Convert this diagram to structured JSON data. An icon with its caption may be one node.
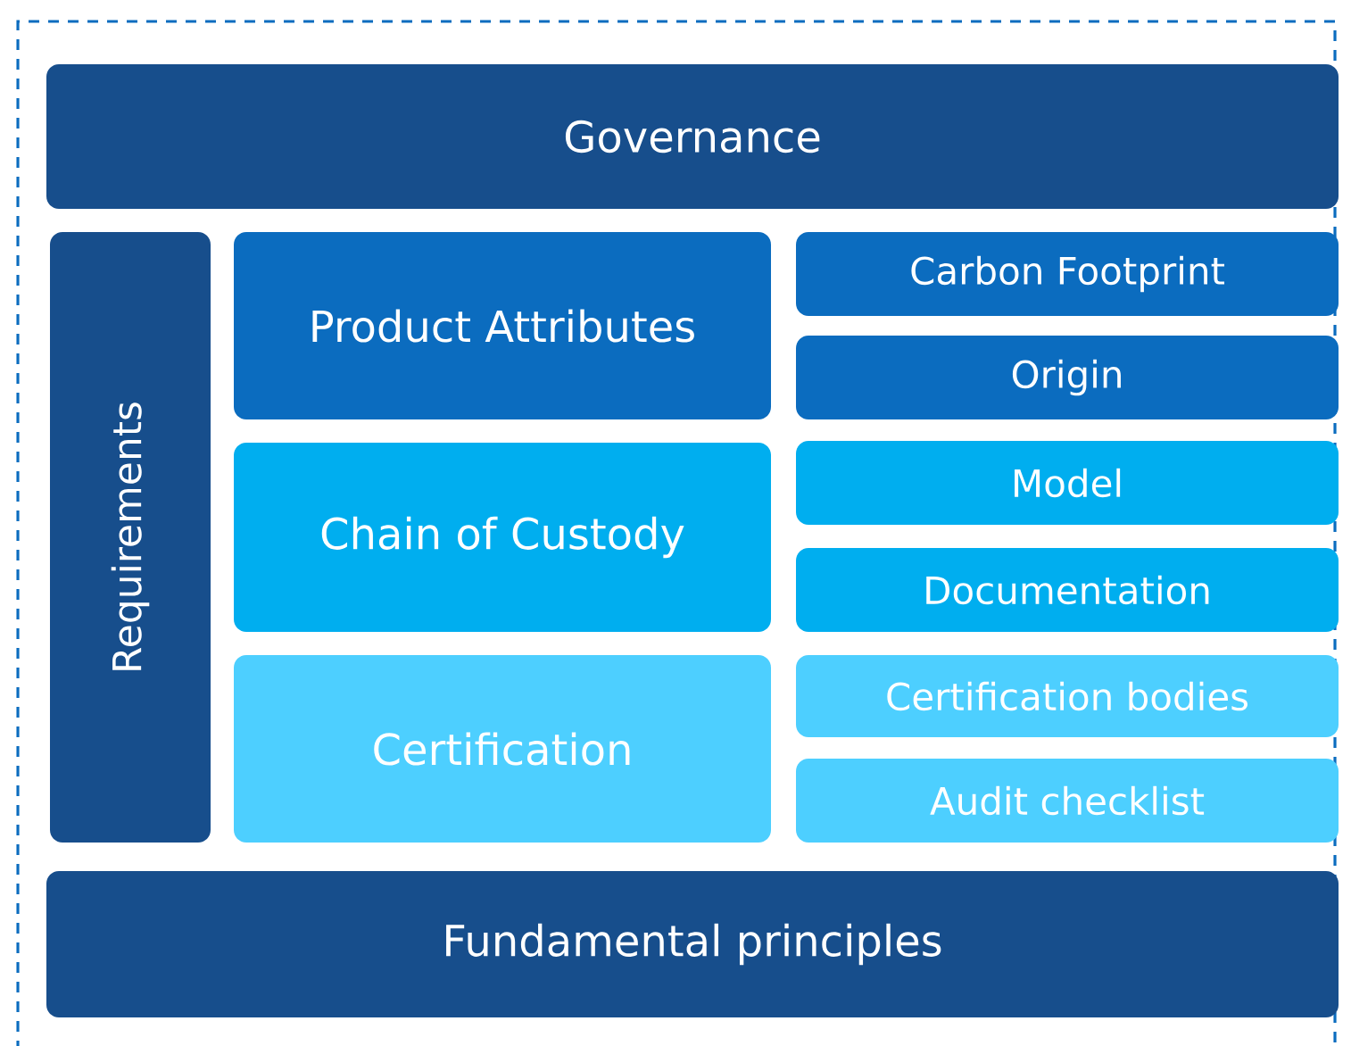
{
  "diagram": {
    "nodes": [
      {
        "text": [
          "Governance"
        ]
      },
      {
        "text": [
          "Requirements"
        ]
      },
      {
        "text": [
          "Product Attributes"
        ]
      },
      {
        "text": [
          "Carbon Footprint"
        ]
      },
      {
        "text": [
          "Origin"
        ]
      },
      {
        "text": [
          "Chain of Custody"
        ]
      },
      {
        "text": [
          "Model"
        ]
      },
      {
        "text": [
          "Documentation"
        ]
      },
      {
        "text": [
          "Certification"
        ]
      },
      {
        "text": [
          "Certification bodies"
        ]
      },
      {
        "text": [
          "Audit checklist"
        ]
      },
      {
        "text": [
          "Fundamental principles"
        ]
      }
    ]
  }
}
